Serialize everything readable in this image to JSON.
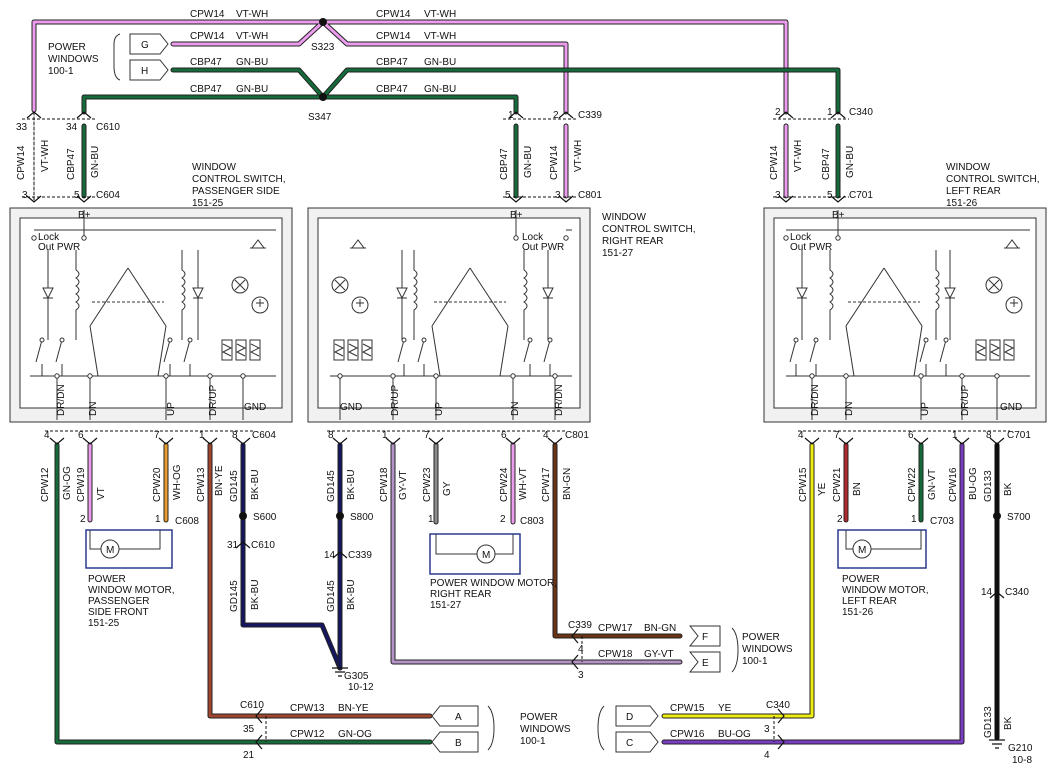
{
  "colors": {
    "pink": "#ec9cec",
    "green": "#156b3a",
    "blue": "#1a48b4",
    "navy": "#151560",
    "black": "#0f0f0f",
    "yellow": "#f0ee10",
    "orange": "#e99d2d",
    "brown": "#a0462e",
    "purple": "#7b3cc4",
    "lilac": "#b392c6",
    "red": "#b3282c",
    "gray": "#8c8c8c",
    "darkbrown": "#6b3414",
    "motorbox": "#2a3a8e"
  },
  "labels": {
    "cpw14": "CPW14",
    "vtwh": "VT-WH",
    "cbp47": "CBP47",
    "gnbu": "GN-BU",
    "cpw19": "CPW19",
    "vt": "VT",
    "cpw20": "CPW20",
    "whog": "WH-OG",
    "cpw12": "CPW12",
    "gnog": "GN-OG",
    "cpw13": "CPW13",
    "bnye": "BN-YE",
    "gd145": "GD145",
    "bkbu": "BK-BU",
    "cpw18": "CPW18",
    "gyvt": "GY-VT",
    "cpw23": "CPW23",
    "gy": "GY",
    "cpw24": "CPW24",
    "whvt": "WH-VT",
    "cpw17": "CPW17",
    "bngn": "BN-GN",
    "cpw15": "CPW15",
    "ye": "YE",
    "cpw21": "CPW21",
    "bn": "BN",
    "cpw22": "CPW22",
    "gnvt": "GN-VT",
    "cpw16": "CPW16",
    "buog": "BU-OG",
    "gd133": "GD133",
    "bk": "BK"
  },
  "splices": {
    "s323": "S323",
    "s347": "S347",
    "s600": "S600",
    "s800": "S800",
    "s700": "S700"
  },
  "connectors": {
    "c610": "C610",
    "c604": "C604",
    "c339": "C339",
    "c801": "C801",
    "c340": "C340",
    "c701": "C701",
    "c608": "C608",
    "c803": "C803",
    "c703": "C703"
  },
  "grounds": {
    "g305": "G305",
    "g305ref": "10-12",
    "g210": "G210",
    "g210ref": "10-8"
  },
  "pins": {
    "p1": "1",
    "p2": "2",
    "p3": "3",
    "p4": "4",
    "p5": "5",
    "p6": "6",
    "p7": "7",
    "p8": "8",
    "p14": "14",
    "p21": "21",
    "p31": "31",
    "p33": "33",
    "p34": "34",
    "p35": "35"
  },
  "harness_refs": {
    "G": "G",
    "H": "H",
    "F": "F",
    "E": "E",
    "A": "A",
    "B": "B",
    "D": "D",
    "C": "C"
  },
  "power_windows": {
    "line1": "POWER",
    "line2": "WINDOWS",
    "line3": "100-1"
  },
  "switch_pass": {
    "l1": "WINDOW",
    "l2": "CONTROL SWITCH,",
    "l3": "PASSENGER SIDE",
    "l4": "151-25"
  },
  "switch_rr": {
    "l1": "WINDOW",
    "l2": "CONTROL SWITCH,",
    "l3": "RIGHT REAR",
    "l4": "151-27"
  },
  "switch_lr": {
    "l1": "WINDOW",
    "l2": "CONTROL SWITCH,",
    "l3": "LEFT REAR",
    "l4": "151-26"
  },
  "motor_pf": {
    "l1": "POWER",
    "l2": "WINDOW MOTOR,",
    "l3": "PASSENGER",
    "l4": "SIDE FRONT",
    "l5": "151-25"
  },
  "motor_rr": {
    "l1": "POWER WINDOW MOTOR,",
    "l2": "RIGHT REAR",
    "l3": "151-27"
  },
  "motor_lr": {
    "l1": "POWER",
    "l2": "WINDOW MOTOR,",
    "l3": "LEFT REAR",
    "l4": "151-26"
  },
  "switch_pins": {
    "bplus": "B+",
    "lock": "Lock",
    "outpwr": "Out PWR",
    "drdn": "DR/DN",
    "dn": "DN",
    "up": "UP",
    "drup": "DR/UP",
    "gnd": "GND"
  },
  "motor_symbol": {
    "m": "M"
  }
}
